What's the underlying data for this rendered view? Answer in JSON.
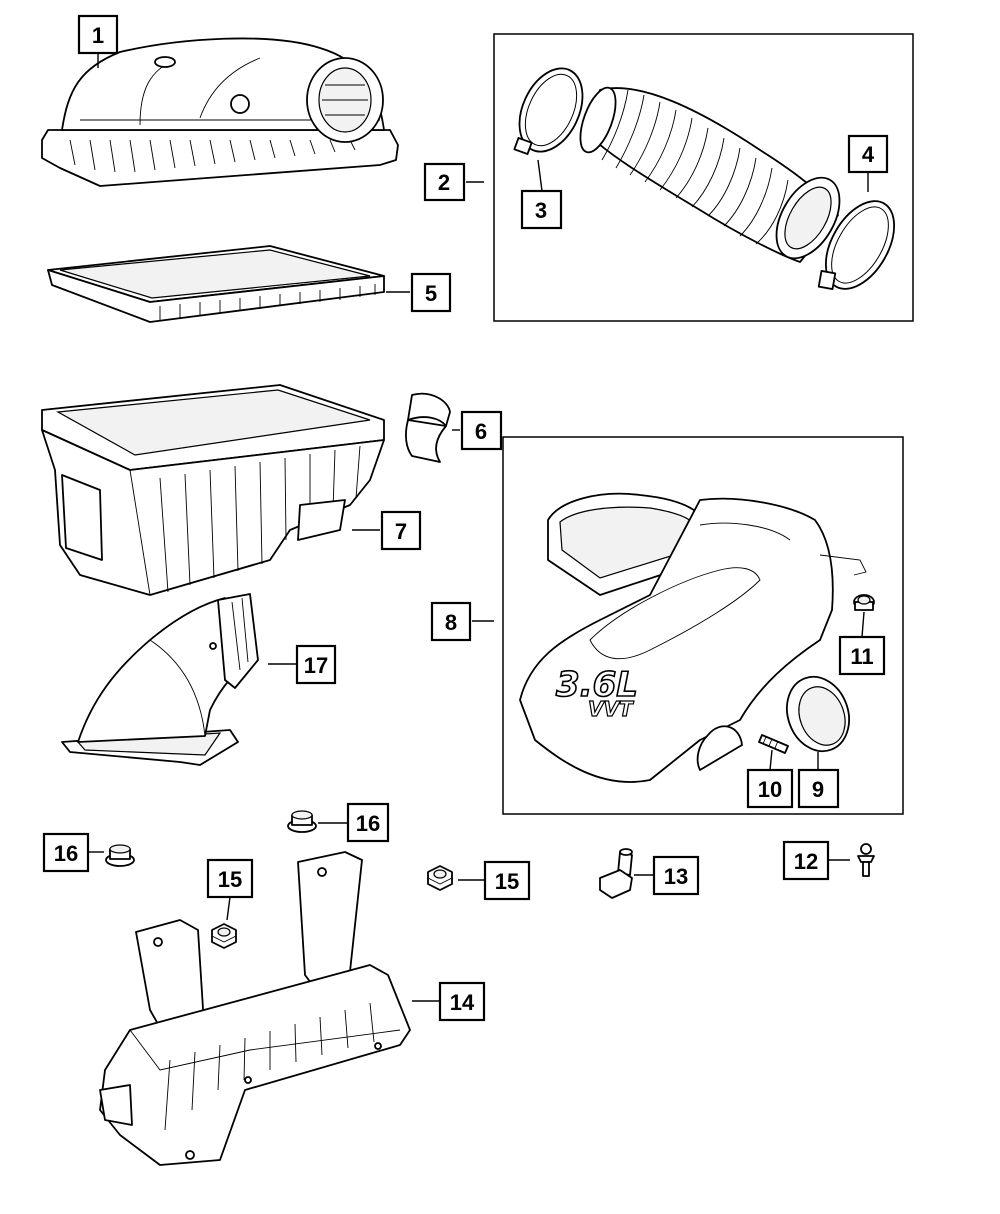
{
  "diagram": {
    "callouts": [
      {
        "id": "c1",
        "label": "1"
      },
      {
        "id": "c2",
        "label": "2"
      },
      {
        "id": "c3",
        "label": "3"
      },
      {
        "id": "c4",
        "label": "4"
      },
      {
        "id": "c5",
        "label": "5"
      },
      {
        "id": "c6",
        "label": "6"
      },
      {
        "id": "c7",
        "label": "7"
      },
      {
        "id": "c8",
        "label": "8"
      },
      {
        "id": "c9",
        "label": "9"
      },
      {
        "id": "c10",
        "label": "10"
      },
      {
        "id": "c11",
        "label": "11"
      },
      {
        "id": "c12",
        "label": "12"
      },
      {
        "id": "c13",
        "label": "13"
      },
      {
        "id": "c14",
        "label": "14"
      },
      {
        "id": "c15a",
        "label": "15"
      },
      {
        "id": "c15b",
        "label": "15"
      },
      {
        "id": "c16a",
        "label": "16"
      },
      {
        "id": "c16b",
        "label": "16"
      },
      {
        "id": "c17",
        "label": "17"
      }
    ],
    "engine_cover_text": {
      "line1": "3.6L",
      "line2": "VVT"
    }
  }
}
